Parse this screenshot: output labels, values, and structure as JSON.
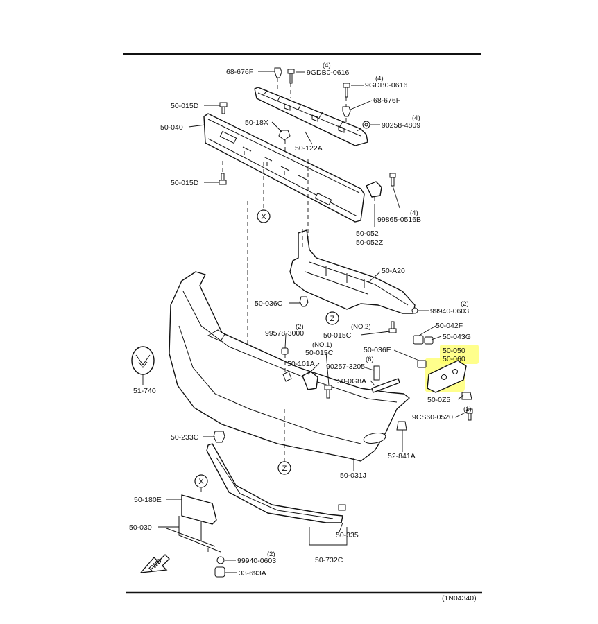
{
  "diagram_id": "(1N04340)",
  "fwd_label": "FWD",
  "highlight_color": "#ffff66",
  "ref_marks": {
    "x": "X",
    "z": "Z"
  },
  "labels": {
    "p68_676f_top": "68-676F",
    "p9gdb0_0616_a": "9GDB0-0616",
    "q4_a": "(4)",
    "p9gdb0_0616_b": "9GDB0-0616",
    "q4_b": "(4)",
    "p68_676f_b": "68-676F",
    "p90258_4809": "90258-4809",
    "q4_c": "(4)",
    "p50_015d_top": "50-015D",
    "p50_040": "50-040",
    "p50_18x": "50-18X",
    "p50_122a": "50-122A",
    "p50_015d_b": "50-015D",
    "p99865_0516b": "99865-0516B",
    "q4_d": "(4)",
    "p50_052": "50-052",
    "p50_052z": "50-052Z",
    "p50_a20": "50-A20",
    "p50_036c": "50-036C",
    "p99940_0603_a": "99940-0603",
    "q2_a": "(2)",
    "no2": "(NO.2)",
    "p50_015c_b": "50-015C",
    "p50_042f": "50-042F",
    "p99578_3000": "99578-3000",
    "q2_b": "(2)",
    "no1": "(NO.1)",
    "p50_015c_a": "50-015C",
    "p50_036e": "50-036E",
    "p50_043g": "50-043G",
    "p50_050": "50-050",
    "p50_060": "50-060",
    "p50_101a": "50-101A",
    "p90257_3205": "90257-3205",
    "q6": "(6)",
    "p51_740": "51-740",
    "p50_0g8a": "50-0G8A",
    "p50_0z5": "50-0Z5",
    "q1": "(1)",
    "p9cs60_0520": "9CS60-0520",
    "p50_233c": "50-233C",
    "p52_841a": "52-841A",
    "p50_031j": "50-031J",
    "p50_180e": "50-180E",
    "p50_030": "50-030",
    "p50_335": "50-335",
    "p99940_0603_b": "99940-0603",
    "q2_c": "(2)",
    "p33_693a": "33-693A",
    "p50_732c": "50-732C"
  }
}
